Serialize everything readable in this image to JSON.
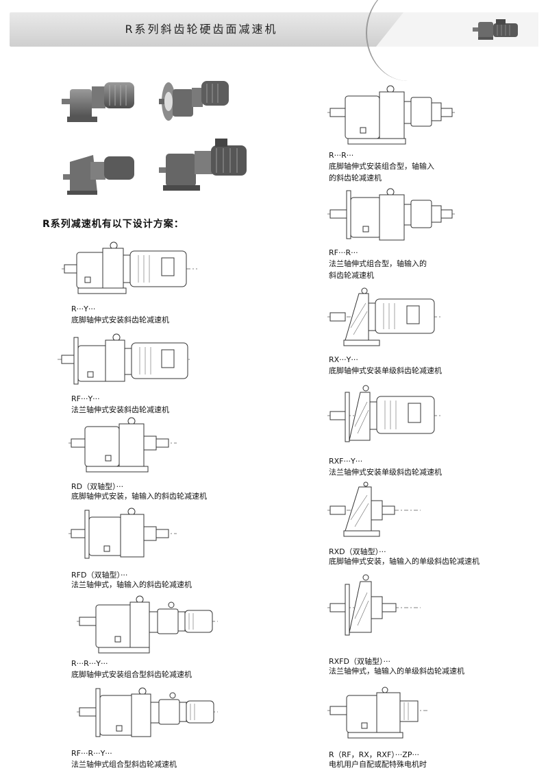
{
  "header": {
    "title": "R系列斜齿轮硬齿面减速机"
  },
  "intro": {
    "heading": "R系列减速机有以下设计方案："
  },
  "left_column": [
    {
      "code": "R···Y···",
      "desc": [
        "底脚轴伸式安装斜齿轮减速机"
      ]
    },
    {
      "code": "RF···Y···",
      "desc": [
        "法兰轴伸式安装斜齿轮减速机"
      ]
    },
    {
      "code": "RD（双轴型）···",
      "desc": [
        "底脚轴伸式安装，轴输入的斜齿轮减速机"
      ]
    },
    {
      "code": "RFD（双轴型）···",
      "desc": [
        "法兰轴伸式，轴输入的斜齿轮减速机"
      ]
    },
    {
      "code": "R···R···Y···",
      "desc": [
        "底脚轴伸式安装组合型斜齿轮减速机"
      ]
    },
    {
      "code": "RF···R···Y···",
      "desc": [
        "法兰轴伸式组合型斜齿轮减速机"
      ]
    }
  ],
  "right_column": [
    {
      "code": "R···R···",
      "desc": [
        "底脚轴伸式安装组合型，轴输入",
        "的斜齿轮减速机"
      ]
    },
    {
      "code": "RF···R···",
      "desc": [
        "法兰轴伸式组合型，轴输入的",
        "斜齿轮减速机"
      ]
    },
    {
      "code": "RX···Y···",
      "desc": [
        "底脚轴伸式安装单级斜齿轮减速机"
      ]
    },
    {
      "code": "RXF···Y···",
      "desc": [
        "法兰轴伸式安装单级斜齿轮减速机"
      ]
    },
    {
      "code": "RXD（双轴型）···",
      "desc": [
        "底脚轴伸式安装，轴输入的单级斜齿轮减速机"
      ]
    },
    {
      "code": "RXFD（双轴型）···",
      "desc": [
        "法兰轴伸式，轴输入的单级斜齿轮减速机"
      ]
    },
    {
      "code": "R（RF，RX，RXF）···ZP···",
      "desc": [
        "电机用户自配或配特殊电机时"
      ]
    }
  ]
}
